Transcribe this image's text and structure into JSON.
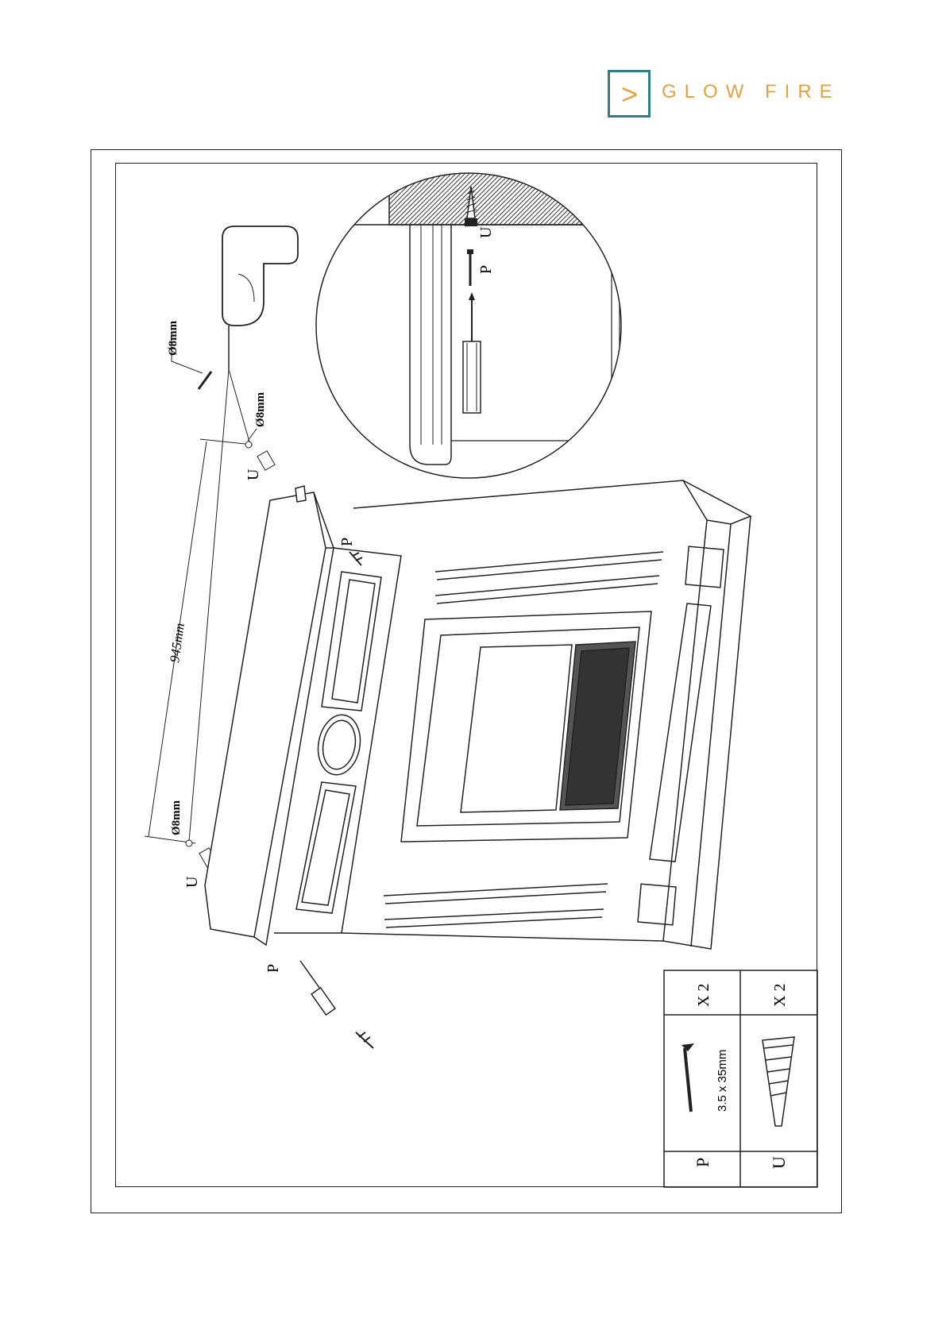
{
  "brand": {
    "name": "GLOW FIRE",
    "mark": ">",
    "colors": {
      "frame": "#2f7f89",
      "text": "#e7a23f"
    }
  },
  "drawing": {
    "dimension": "945mm",
    "drill_left": "Ø8mm",
    "drill_mid": "Ø8mm",
    "drill_top": "Ø8mm",
    "label_p_left": "P",
    "label_u_left": "U",
    "label_p_right": "P",
    "label_u_right": "U",
    "detail_label_p": "P",
    "detail_label_u": "U"
  },
  "parts": [
    {
      "code": "P",
      "size": "3.5 x 35mm",
      "qty": "X 2"
    },
    {
      "code": "U",
      "size": "",
      "qty": "X 2"
    }
  ]
}
